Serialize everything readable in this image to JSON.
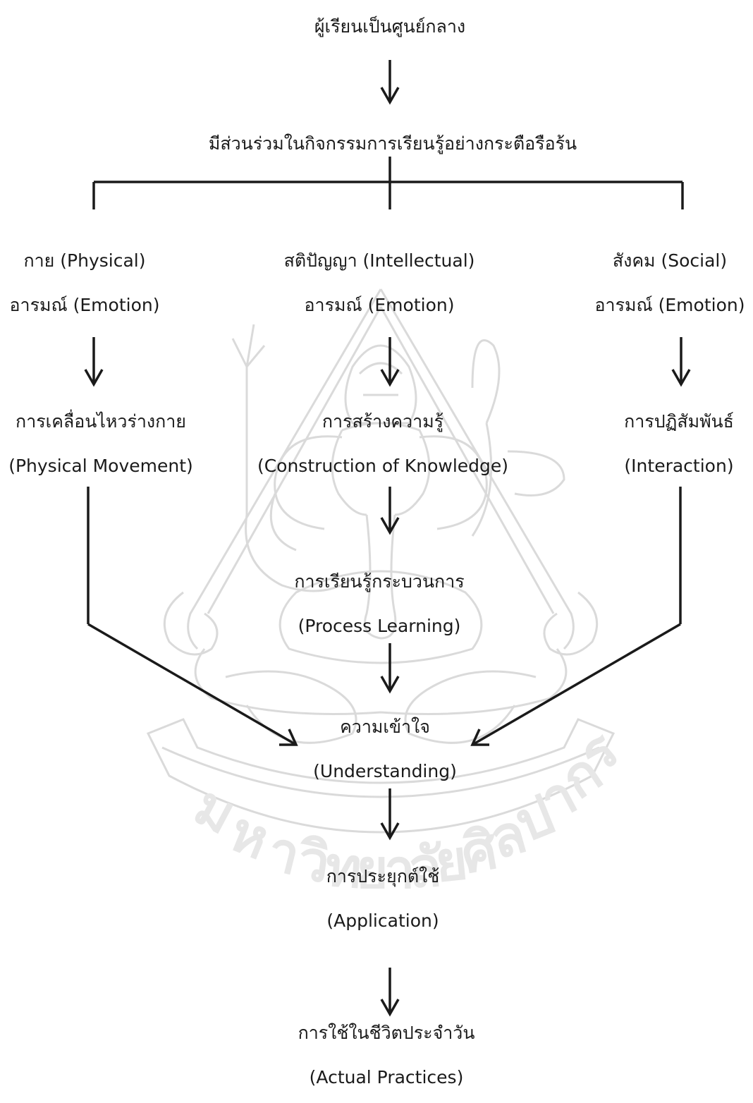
{
  "top": {
    "learner_centered": "ผู้เรียนเป็นศูนย์กลาง",
    "active_participation": "มีส่วนร่วมในกิจกรรมการเรียนรู้อย่างกระตือรือร้น"
  },
  "branches": {
    "left": {
      "domain_line1": "กาย (Physical)",
      "domain_line2": "อารมณ์ (Emotion)",
      "outcome_th": "การเคลื่อนไหวร่างกาย",
      "outcome_en": "(Physical Movement)"
    },
    "center": {
      "domain_line1": "สติปัญญา (Intellectual)",
      "domain_line2": "อารมณ์ (Emotion)",
      "outcome_th": "การสร้างความรู้",
      "outcome_en": "(Construction of Knowledge)"
    },
    "right": {
      "domain_line1": "สังคม (Social)",
      "domain_line2": "อารมณ์ (Emotion)",
      "outcome_th": "การปฏิสัมพันธ์",
      "outcome_en": "(Interaction)"
    }
  },
  "steps": {
    "process_th": "การเรียนรู้กระบวนการ",
    "process_en": "(Process Learning)",
    "understanding_th": "ความเข้าใจ",
    "understanding_en": "(Understanding)",
    "application_th": "การประยุกต์ใช้",
    "application_en": "(Application)",
    "practice_th": "การใช้ในชีวิตประจำวัน",
    "practice_en": "(Actual Practices)"
  },
  "colors": {
    "line": "#1a1a1a",
    "watermark": "#cfcfcf"
  },
  "watermark_icon": "ganesha-university-seal-icon"
}
